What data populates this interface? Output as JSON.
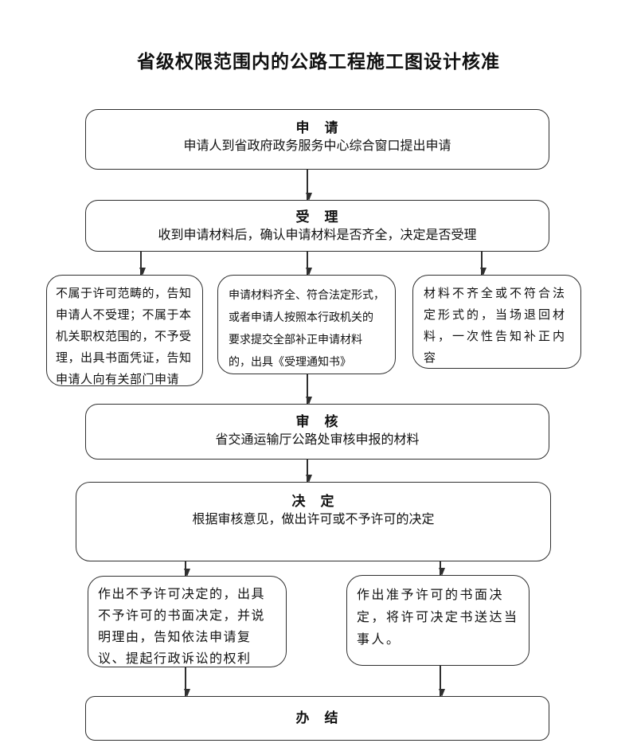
{
  "title": "省级权限范围内的公路工程施工图设计核准",
  "nodes": {
    "apply": {
      "header": "申　请",
      "body": "申请人到省政府政务服务中心综合窗口提出申请"
    },
    "accept": {
      "header": "受　理",
      "body": "收到申请材料后，确认申请材料是否齐全，决定是否受理"
    },
    "branch_reject": {
      "body": "不属于许可范畴的，告知\n申请人不受理；不属于本\n机关职权范围的，不予受\n理，出具书面凭证，告知\n申请人向有关部门申请"
    },
    "branch_complete": {
      "body": "申请材料齐全、符合法定形式，\n或者申请人按照本行政机关的\n要求提交全部补正申请材料\n的，出具《受理通知书》"
    },
    "branch_incomplete": {
      "body": "材料不齐全或不符合法\n定形式的，当场退回材\n料，一次性告知补正内\n容"
    },
    "review": {
      "header": "审　核",
      "body": "省交通运输厅公路处审核申报的材料"
    },
    "decide": {
      "header": "决　定",
      "body": "根据审核意见，做出许可或不予许可的决定"
    },
    "deny": {
      "body": "作出不予许可决定的，出具\n不予许可的书面决定，并说\n明理由，告知依法申请复\n议、提起行政诉讼的权利"
    },
    "grant": {
      "body": "作出准予许可的书面决\n定，将许可决定书送达当\n事人。"
    },
    "finish": {
      "header": "办　结"
    }
  },
  "colors": {
    "border": "#2f2f2f",
    "text": "#111111",
    "background": "#ffffff"
  }
}
